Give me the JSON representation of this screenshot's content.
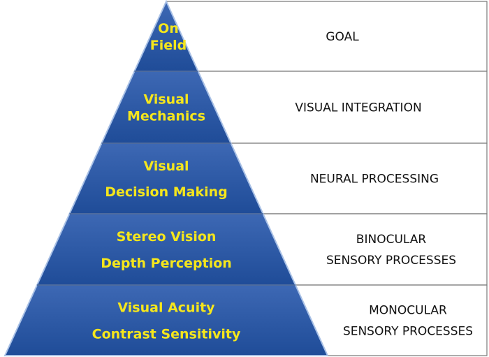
{
  "colors": {
    "tier_fill_top": "#3d68b4",
    "tier_fill_bottom": "#1f4c98",
    "tier_text": "#f5e61c",
    "row_text": "#111111",
    "row_border": "#7a7a7a"
  },
  "levels": [
    {
      "tier": [
        "On",
        "Field"
      ],
      "label": [
        "GOAL"
      ]
    },
    {
      "tier": [
        "Visual",
        "Mechanics"
      ],
      "label": [
        "VISUAL INTEGRATION"
      ]
    },
    {
      "tier": [
        "Visual",
        "Decision Making"
      ],
      "label": [
        "NEURAL PROCESSING"
      ]
    },
    {
      "tier": [
        "Stereo Vision",
        "Depth Perception"
      ],
      "label": [
        "BINOCULAR",
        "SENSORY PROCESSES"
      ]
    },
    {
      "tier": [
        "Visual Acuity",
        "Contrast Sensitivity"
      ],
      "label": [
        "MONOCULAR",
        "SENSORY PROCESSES"
      ]
    }
  ]
}
